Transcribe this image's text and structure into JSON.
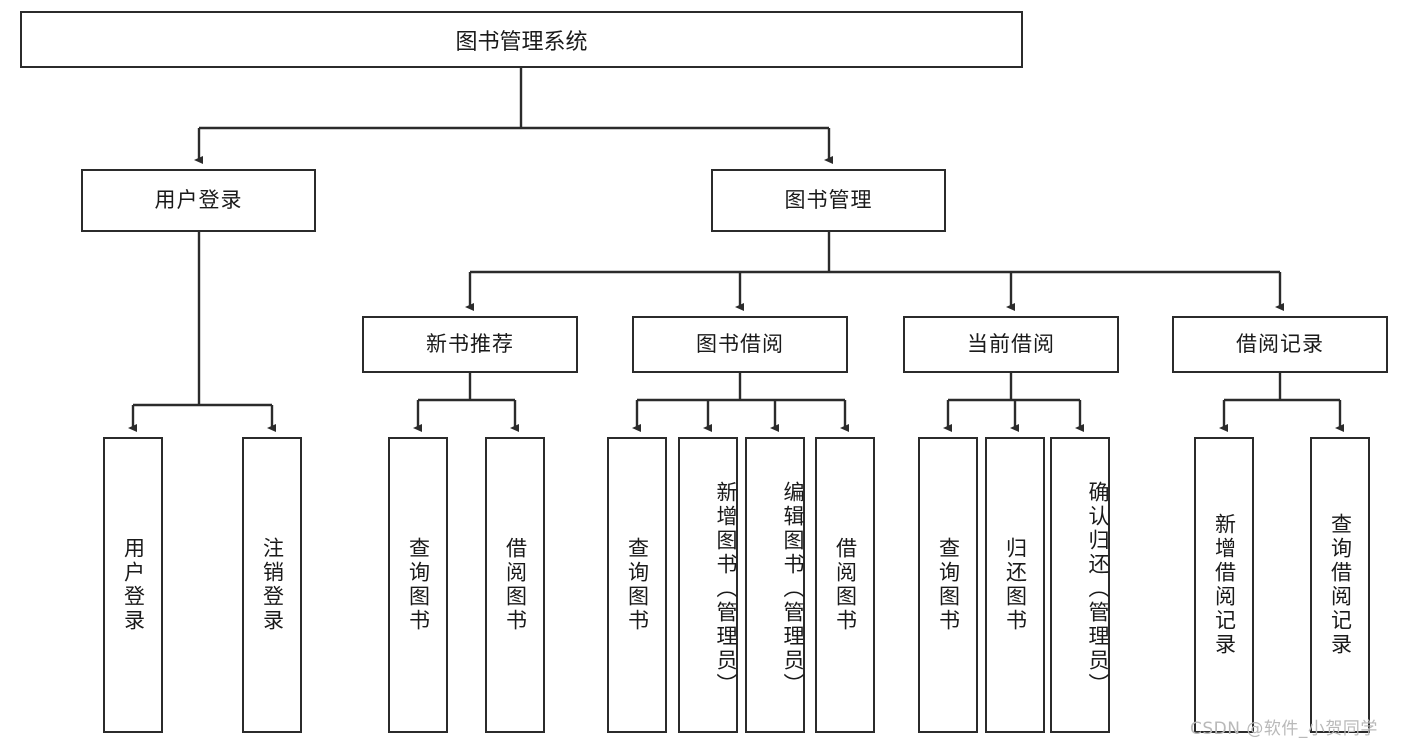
{
  "diagram": {
    "type": "hierarchy-tree",
    "title": "图书管理系统",
    "levels": 4,
    "root": {
      "label": "图书管理系统"
    },
    "level2": [
      {
        "label": "用户登录"
      },
      {
        "label": "图书管理"
      }
    ],
    "level3": [
      {
        "label": "新书推荐"
      },
      {
        "label": "图书借阅"
      },
      {
        "label": "当前借阅"
      },
      {
        "label": "借阅记录"
      }
    ],
    "leaves": {
      "user_login": [
        {
          "label": "用户登录"
        },
        {
          "label": "注销登录"
        }
      ],
      "new_book_recommend": [
        {
          "label": "查询图书"
        },
        {
          "label": "借阅图书"
        }
      ],
      "book_borrow": [
        {
          "label": "查询图书"
        },
        {
          "label": "新增图书（管理员）"
        },
        {
          "label": "编辑图书（管理员）"
        },
        {
          "label": "借阅图书"
        }
      ],
      "current_borrow": [
        {
          "label": "查询图书"
        },
        {
          "label": "归还图书"
        },
        {
          "label": "确认归还（管理员）"
        }
      ],
      "borrow_record": [
        {
          "label": "新增借阅记录"
        },
        {
          "label": "查询借阅记录"
        }
      ]
    }
  },
  "watermark": {
    "text": "CSDN @软件_小贺同学"
  },
  "colors": {
    "border": "#2b2b2b",
    "text": "#1a1a1a",
    "background": "#ffffff",
    "watermark": "#b9b9b9"
  }
}
